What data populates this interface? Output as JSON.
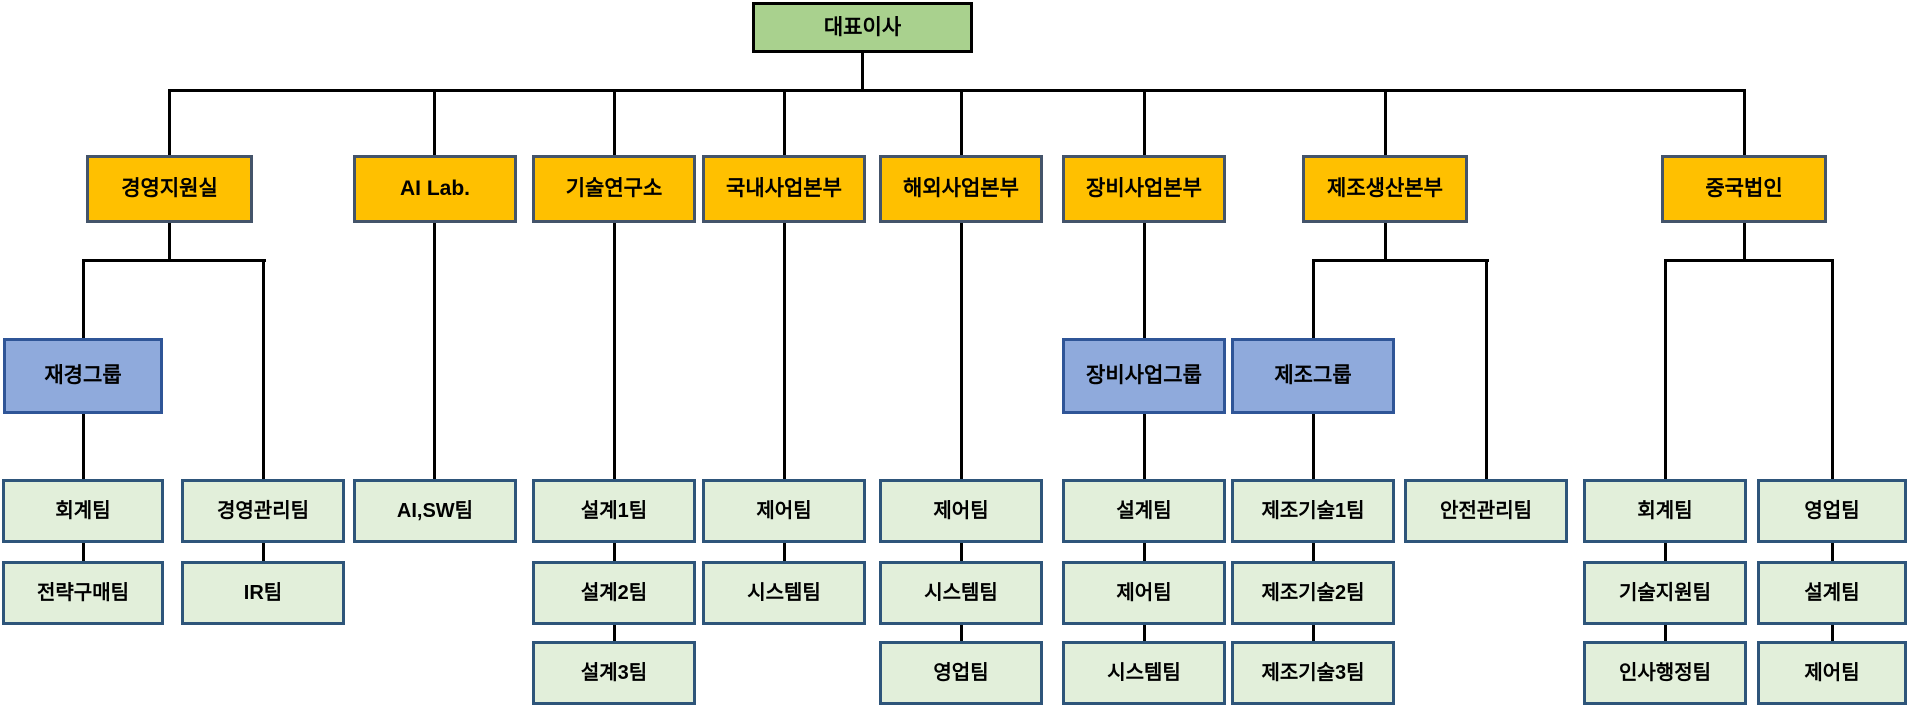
{
  "org": {
    "root_label": "대표이사",
    "branches": [
      {
        "dept": "경영지원실",
        "children": [
          {
            "group": "재경그룹",
            "teams": [
              "회계팀",
              "전략구매팀"
            ]
          },
          {
            "teams": [
              "경영관리팀",
              "IR팀"
            ]
          }
        ]
      },
      {
        "dept": "AI Lab.",
        "children": [
          {
            "teams": [
              "AI,SW팀"
            ]
          }
        ]
      },
      {
        "dept": "기술연구소",
        "children": [
          {
            "teams": [
              "설계1팀",
              "설계2팀",
              "설계3팀"
            ]
          }
        ]
      },
      {
        "dept": "국내사업본부",
        "children": [
          {
            "teams": [
              "제어팀",
              "시스템팀"
            ]
          }
        ]
      },
      {
        "dept": "해외사업본부",
        "children": [
          {
            "teams": [
              "제어팀",
              "시스템팀",
              "영업팀"
            ]
          }
        ]
      },
      {
        "dept": "장비사업본부",
        "children": [
          {
            "group": "장비사업그룹",
            "teams": [
              "설계팀",
              "제어팀",
              "시스템팀"
            ]
          }
        ]
      },
      {
        "dept": "제조생산본부",
        "children": [
          {
            "group": "제조그룹",
            "teams": [
              "제조기술1팀",
              "제조기술2팀",
              "제조기술3팀"
            ]
          },
          {
            "teams": [
              "안전관리팀"
            ]
          }
        ]
      },
      {
        "dept": "중국법인",
        "children": [
          {
            "teams": [
              "회계팀",
              "기술지원팀",
              "인사행정팀"
            ]
          },
          {
            "teams": [
              "영업팀",
              "설계팀",
              "제어팀"
            ]
          }
        ]
      }
    ]
  },
  "colors": {
    "root_fill": "#A9D18E",
    "root_border": "#000000",
    "dept_fill": "#FFC000",
    "dept_border": "#44546A",
    "group_fill": "#8FAADC",
    "group_border": "#2F5597",
    "team_fill": "#E2EFDA",
    "team_border": "#2E557A",
    "line_color": "#000000"
  }
}
